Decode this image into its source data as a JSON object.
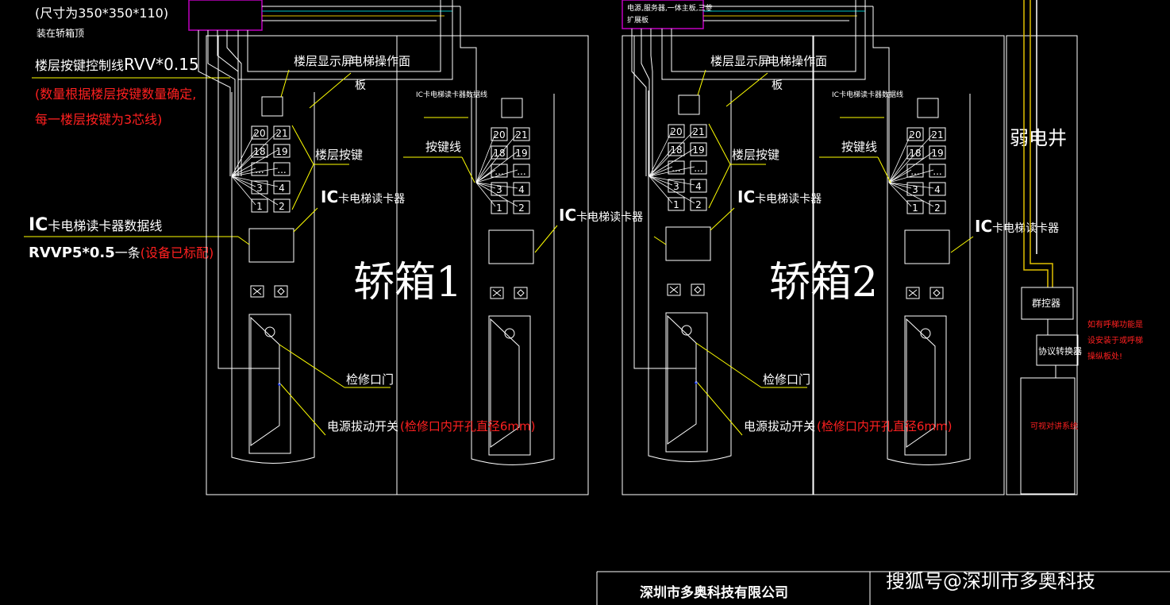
{
  "colors": {
    "background": "#000000",
    "outline": "#ffffff",
    "leader": "#ffff00",
    "note_red": "#ff2020",
    "cable_magenta": "#c000c0",
    "cable_cyan": "#00c0c0",
    "cable_yellow": "#e0c000"
  },
  "top_left_notes": {
    "size": "(尺寸为350*350*110)",
    "mount": "装在轿箱顶"
  },
  "left_labels": {
    "floor_wire_prefix": "楼层按键控制线",
    "floor_wire_spec": "RVV*0.15",
    "floor_note_1": "(数量根据楼层按键数量确定,",
    "floor_note_2": "每一楼层按键为3芯线)",
    "data_line_prefix": "IC",
    "data_line_suffix": "卡电梯读卡器数据线",
    "rvvp_spec": "RVVP5*0.5",
    "rvvp_one": "一条",
    "rvvp_note": "(设备已标配)"
  },
  "top_right_box": {
    "line1": "电源,服务器,一体主板,三菱",
    "line2": "扩展板"
  },
  "cars": [
    {
      "name": "轿箱1",
      "display_label": "楼层显示屏",
      "panel_label_1": "电梯操作面",
      "panel_label_2": "板",
      "floor_buttons_label": "楼层按键",
      "reader_prefix": "IC",
      "reader_suffix": "卡电梯读卡器",
      "access_door": "检修口门",
      "power_switch": "电源拔动开关",
      "power_note": "(检修口内开孔直径6mm)",
      "rear_reader_wire": "IC卡电梯读卡器数据线",
      "rear_key_wire": "按键线",
      "rear_reader_prefix": "IC",
      "rear_reader_suffix": "卡电梯读卡器"
    },
    {
      "name": "轿箱2",
      "display_label": "楼层显示屏",
      "panel_label_1": "电梯操作面",
      "panel_label_2": "板",
      "floor_buttons_label": "楼层按键",
      "reader_prefix": "IC",
      "reader_suffix": "卡电梯读卡器",
      "access_door": "检修口门",
      "power_switch": "电源拔动开关",
      "power_note": "(检修口内开孔直径6mm)",
      "rear_reader_wire": "IC卡电梯读卡器数据线",
      "rear_key_wire": "按键线",
      "rear_reader_prefix": "IC",
      "rear_reader_suffix": "卡电梯读卡器"
    }
  ],
  "buttons": [
    "20",
    "21",
    "18",
    "19",
    "...",
    "...",
    "3",
    "4",
    "1",
    "2"
  ],
  "shaft": {
    "title": "弱电井",
    "controller": "群控器",
    "converter": "协议转换器",
    "intercom": "可视对讲系统",
    "note_1": "如有呼梯功能是",
    "note_2": "设安装于或呼梯",
    "note_3": "操纵板处!"
  },
  "footer": {
    "company": "深圳市多奥科技有限公司",
    "watermark": "搜狐号@深圳市多奥科技"
  }
}
